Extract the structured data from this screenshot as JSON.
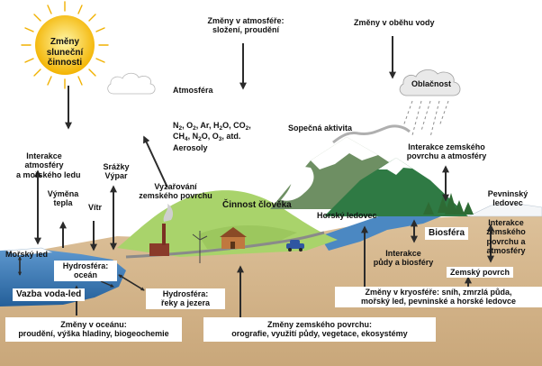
{
  "labels": {
    "sun": [
      "Změny",
      "sluneční",
      "činnosti"
    ],
    "atmos_changes": [
      "Změny v atmosféře:",
      "složení, proudění"
    ],
    "water_cycle_changes": "Změny v oběhu vody",
    "atmosphere": "Atmosféra",
    "clouds": "Oblačnost",
    "gases": {
      "line1": [
        "N",
        "2",
        ", O",
        "2",
        ", Ar, H",
        "2",
        "O, CO",
        "2",
        ","
      ],
      "line2": [
        "CH",
        "4",
        ", N",
        "2",
        "O, O",
        "3",
        ", atd."
      ],
      "line3": "Aerosoly"
    },
    "volcano": "Sopečná aktivita",
    "land_atmos_interaction": [
      "Interakce zemského",
      "povrchu a atmosféry"
    ],
    "atmos_ice_interaction": [
      "Interakce",
      "atmosféry",
      "a mořského ledu"
    ],
    "heat_exchange": [
      "Výměna",
      "tepla"
    ],
    "wind": "Vítr",
    "precip_evap": [
      "Srážky",
      "Výpar"
    ],
    "surface_radiation": [
      "Vyzařování",
      "zemského povrchu"
    ],
    "human_activity": "Činnost člověka",
    "ice_sheet": [
      "Pevninský",
      "ledovec"
    ],
    "land_atmos_interaction_right": [
      "Interakce",
      "zemského",
      "povrchu a",
      "atmosféry"
    ],
    "mountain_glacier": "Horský ledovec",
    "biosphere": "Biosféra",
    "sea_ice": "Mořský led",
    "hydro_ocean": [
      "Hydrosféra:",
      "oceán"
    ],
    "soil_bio_interaction": [
      "Interakce",
      "půdy a biosféry"
    ],
    "land_surface": "Zemský povrch",
    "ice_water_coupling": "Vazba voda-led",
    "hydro_rivers": [
      "Hydrosféra:",
      "řeky a jezera"
    ],
    "cryosphere_changes": [
      "Změny v kryosféře: sníh, zmrzlá půda,",
      "mořský led, pevninské a horské ledovce"
    ],
    "ocean_changes": [
      "Změny v oceánu:",
      "proudění, výška hladiny, biogeochemie"
    ],
    "land_changes": [
      "Změny zemského povrchu:",
      "orografie, využití půdy, vegetace, ekosystémy"
    ]
  },
  "colors": {
    "sun": "#f5b400",
    "ocean": "#3a78b5",
    "ground": "#d2b48c",
    "hill": "#a7d36a",
    "mountain": "#3f7f48",
    "sky": "#ffffff"
  }
}
